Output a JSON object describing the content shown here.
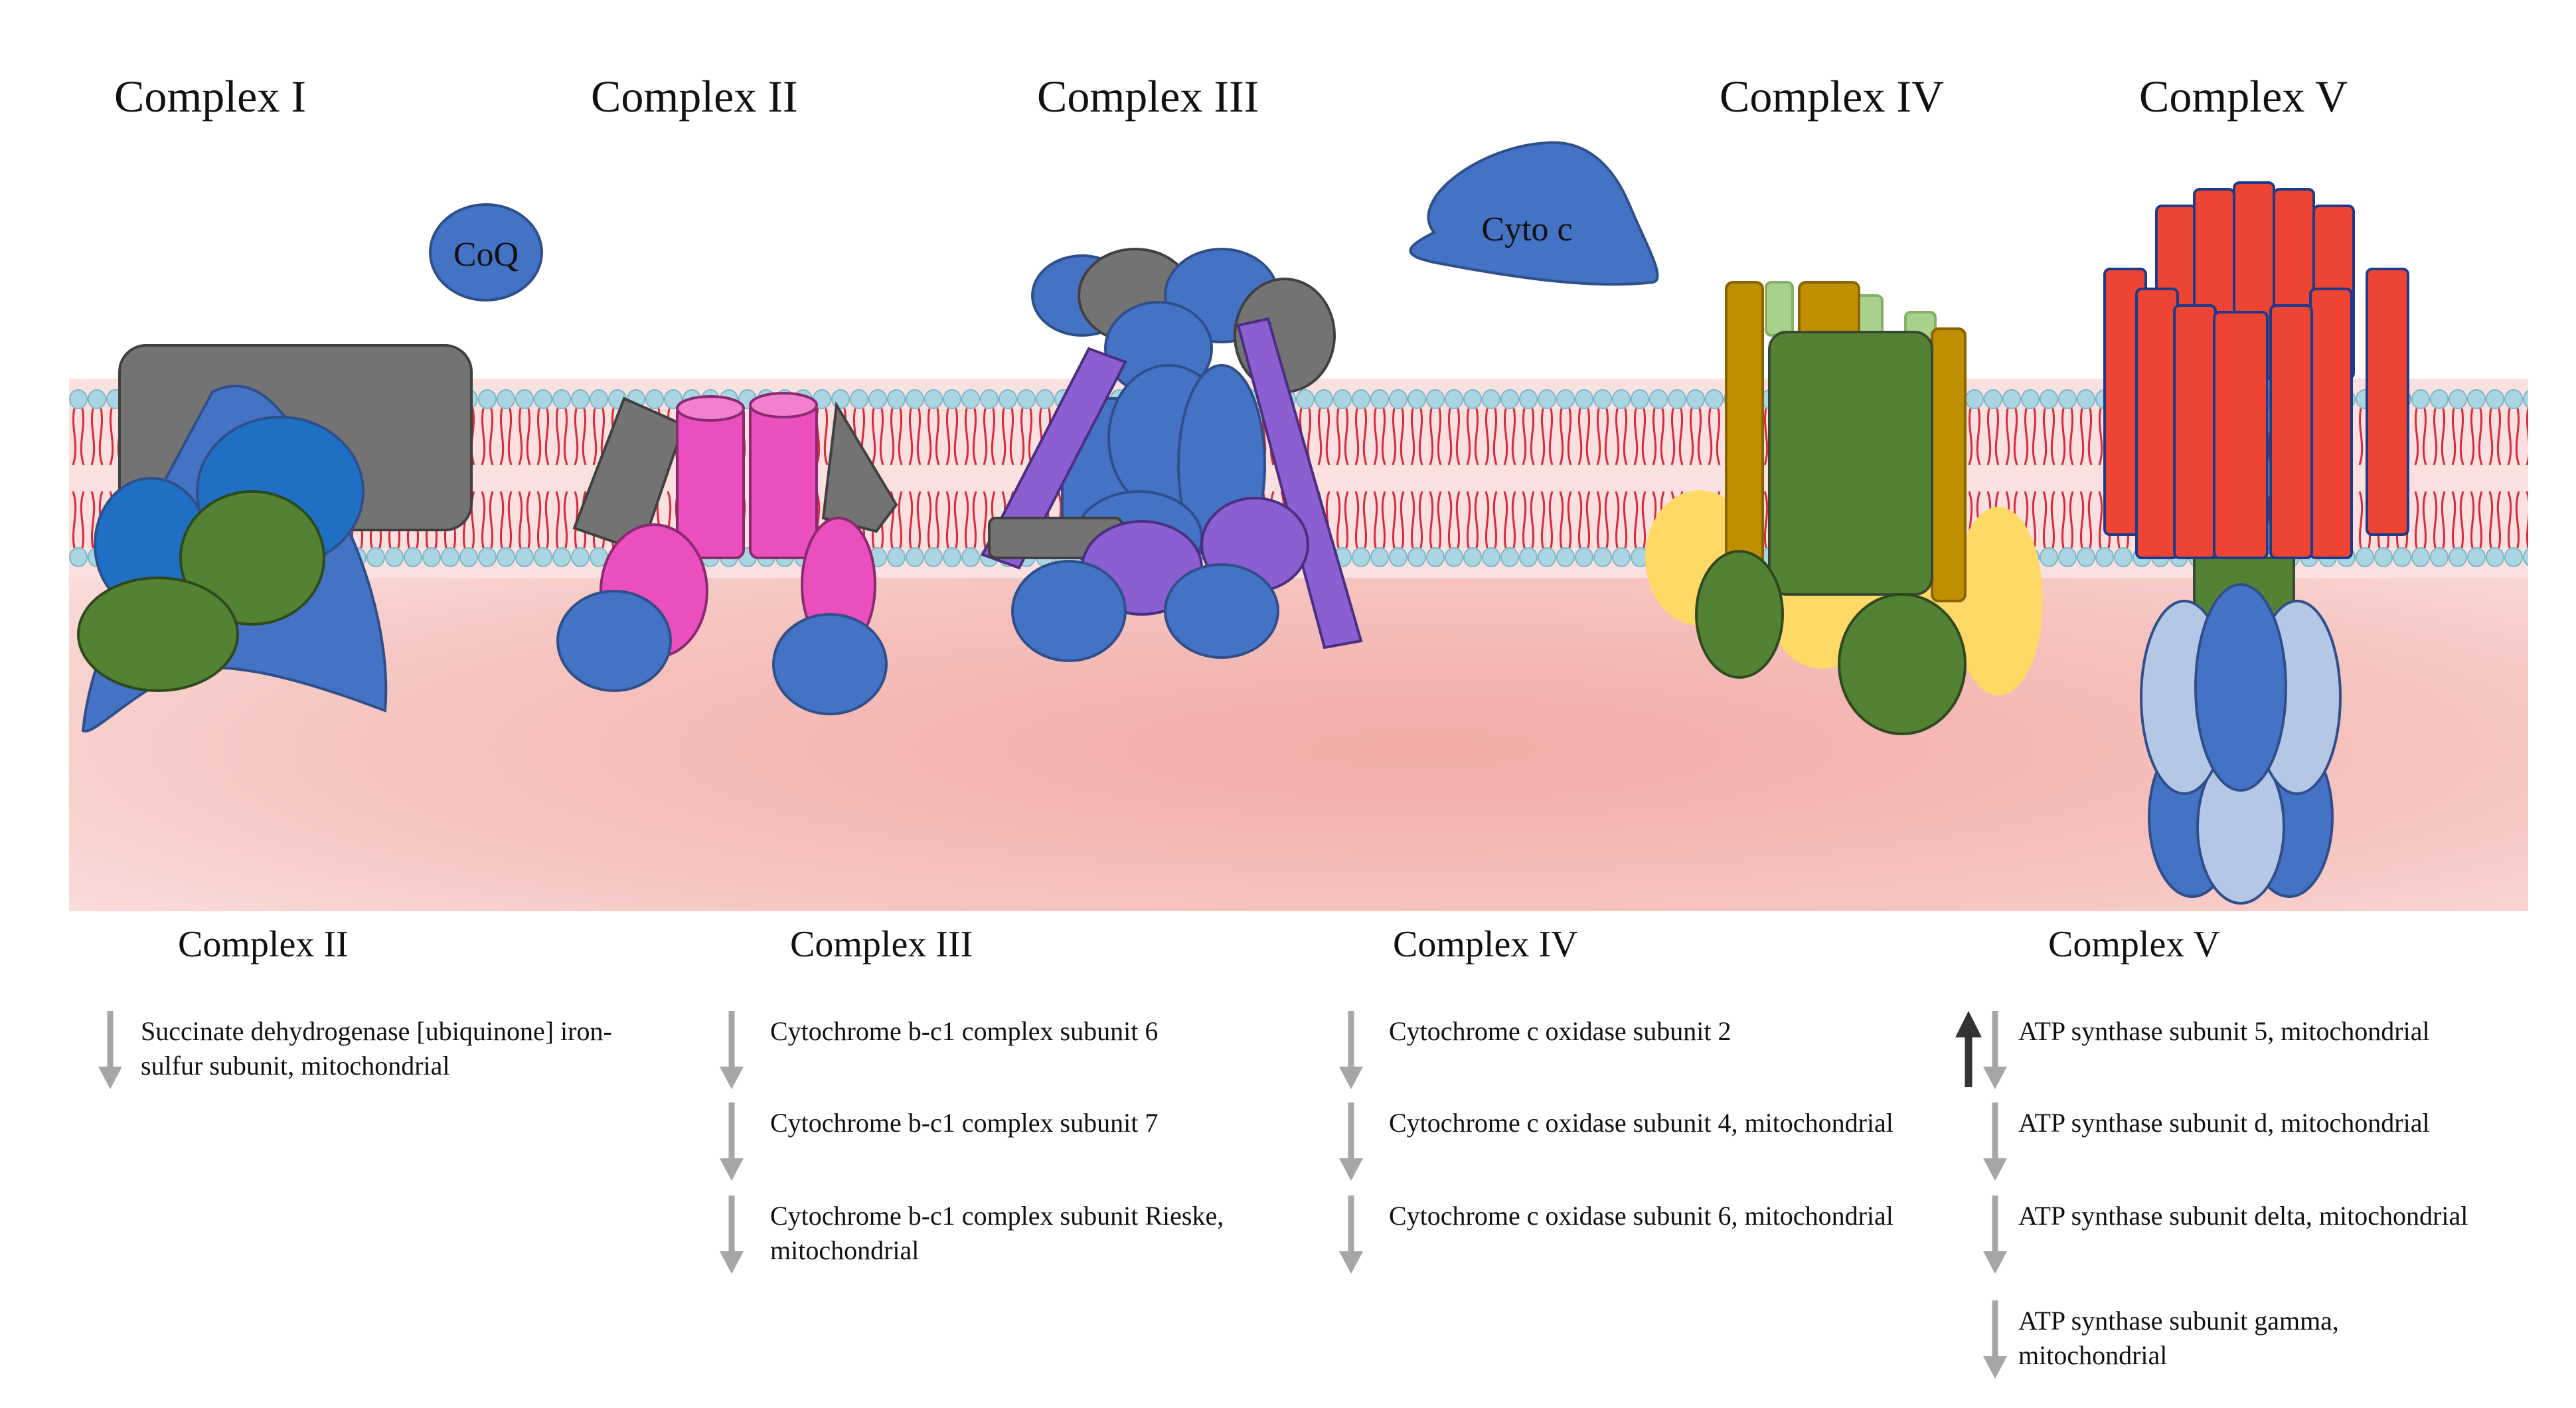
{
  "header_titles": [
    "Complex I",
    "Complex II",
    "Complex III",
    "Complex IV",
    "Complex V"
  ],
  "labels": {
    "coq": "CoQ",
    "cyto_c": "Cyto c"
  },
  "colors": {
    "lipid_head": "#a9d6e2",
    "lipid_tail": "#d9293a",
    "matrix": "#f2aaa6",
    "blue": "#4472c4",
    "gray": "#737373",
    "green": "#548235",
    "pink": "#ea4fbd",
    "purple": "#8b5fd2",
    "gold": "#bf8f00",
    "yellow": "#ffd966",
    "light_green": "#a9d18e",
    "red": "#ee4433",
    "light_blue": "#b4c7e7",
    "arrow_down": "#a6a6a6",
    "arrow_up": "#333333"
  },
  "columns": [
    {
      "title": "Complex II",
      "items": [
        {
          "direction": "down",
          "text": [
            "Succinate dehydrogenase [ubiquinone] iron-",
            "sulfur subunit, mitochondrial"
          ]
        }
      ]
    },
    {
      "title": "Complex III",
      "items": [
        {
          "direction": "down",
          "text": [
            "Cytochrome b-c1 complex subunit 6"
          ]
        },
        {
          "direction": "down",
          "text": [
            "Cytochrome b-c1 complex subunit 7"
          ]
        },
        {
          "direction": "down",
          "text": [
            "Cytochrome b-c1 complex subunit Rieske,",
            "mitochondrial"
          ]
        }
      ]
    },
    {
      "title": "Complex IV",
      "items": [
        {
          "direction": "down",
          "text": [
            "Cytochrome c oxidase subunit 2"
          ]
        },
        {
          "direction": "down",
          "text": [
            "Cytochrome c oxidase subunit 4, mitochondrial"
          ]
        },
        {
          "direction": "down",
          "text": [
            "Cytochrome c oxidase subunit 6, mitochondrial"
          ]
        }
      ]
    },
    {
      "title": "Complex V",
      "items": [
        {
          "direction": "up",
          "text": [
            "ATP synthase subunit 5, mitochondrial"
          ]
        },
        {
          "direction": "down",
          "text": [
            "ATP synthase subunit d, mitochondrial"
          ]
        },
        {
          "direction": "down",
          "text": [
            "ATP synthase subunit delta, mitochondrial"
          ]
        },
        {
          "direction": "down",
          "text": [
            "ATP synthase subunit gamma,",
            "mitochondrial"
          ]
        }
      ]
    }
  ]
}
